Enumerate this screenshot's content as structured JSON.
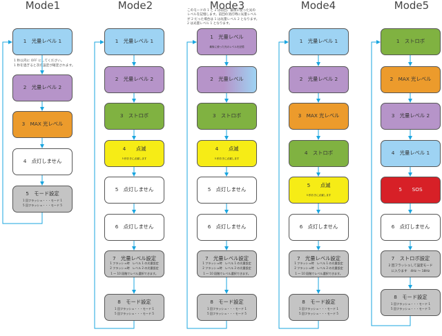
{
  "colors": {
    "blue": "#9ed3f3",
    "purple": "#b694c9",
    "green": "#80b241",
    "orange": "#ec9b2c",
    "yellow": "#f6ec16",
    "white": "#ffffff",
    "gray": "#c4c4c4",
    "red": "#d72027",
    "arrow": "#1aa5df"
  },
  "modes": [
    {
      "title": "Mode1",
      "note": [
        "1 秒以内に OFF にしてください。",
        "1 秒を過ぎると次の設定が確定されます。"
      ],
      "boxes": [
        {
          "label": "1　光量レベル 1"
        },
        {
          "label": "2　光量レベル 2"
        },
        {
          "label": "3　MAX 光レベル"
        },
        {
          "label": "4　点灯しません"
        },
        {
          "label": "5　モード設定",
          "lines": [
            "1 回フラッシュ・・・モード 1",
            "5 回フラッシュ・・・モード 5"
          ]
        }
      ]
    },
    {
      "title": "Mode2",
      "boxes": [
        {
          "label": "1　光量レベル 1"
        },
        {
          "label": "2　光量レベル 2"
        },
        {
          "label": "3　ストロボ"
        },
        {
          "label": "4　　点滅",
          "sub": "5 秒おきに点滅します"
        },
        {
          "label": "5　点灯しません"
        },
        {
          "label": "6　点灯しません"
        },
        {
          "label": "7　光量レベル設定",
          "lines": [
            "1 フラッシュ時　レベル 1 の光量設定",
            "2 フラッシュ時　レベル 2 の光量設定",
            "1 ～ 10 段階でレベル選択できます。"
          ]
        },
        {
          "label": "8　モード設定",
          "lines": [
            "1 回フラッシュ・・・モード 1",
            "5 回フラッシュ・・・モード 5"
          ]
        }
      ]
    },
    {
      "title": "Mode3",
      "note": [
        "このモードの 1 と 2 は前回、最後に使った光の",
        "レベルを記憶します。前回の消灯時に光量レベル",
        "が 2 だった場合は 1 は光量レベル 2 となります。",
        "2 は光量レベル 1 となります。"
      ],
      "boxes": [
        {
          "label": "1　光量レベル",
          "sub": "最後に使った光のレベルを記憶"
        },
        {
          "label": "2　光量レベル"
        },
        {
          "label": "3　ストロボ"
        },
        {
          "label": "4　　点滅",
          "sub": "5 秒おきに点滅します"
        },
        {
          "label": "5　点灯しません"
        },
        {
          "label": "6　点灯しません"
        },
        {
          "label": "7　光量レベル設定",
          "lines": [
            "1 フラッシュ時　レベル 1 の光量設定",
            "2 フラッシュ時　レベル 2 の光量設定",
            "1 ～ 10 段階でレベル選択できます。"
          ]
        },
        {
          "label": "8　モード設定",
          "lines": [
            "1 回フラッシュ・・・モード 1",
            "5 回フラッシュ・・・モード 5"
          ]
        }
      ]
    },
    {
      "title": "Mode4",
      "boxes": [
        {
          "label": "1　光量レベル 1"
        },
        {
          "label": "2　光量レベル 2"
        },
        {
          "label": "3　MAX 光レベル"
        },
        {
          "label": "4　ストロボ"
        },
        {
          "label": "5　　点滅",
          "sub": "5 秒おきに点滅します"
        },
        {
          "label": "6　点灯しません"
        },
        {
          "label": "7　光量レベル設定",
          "lines": [
            "1 フラッシュ時　レベル 1 の光量設定",
            "2 フラッシュ時　レベル 2 の光量設定",
            "1 ～ 10 段階でレベル選択できます。"
          ]
        },
        {
          "label": "8　モード設定",
          "lines": [
            "1 回フラッシュ・・・モード 1",
            "5 回フラッシュ・・・モード 5"
          ]
        }
      ]
    },
    {
      "title": "Mode5",
      "boxes": [
        {
          "label": "1　ストロボ"
        },
        {
          "label": "2　MAX 光レベル"
        },
        {
          "label": "3　光量レベル 2"
        },
        {
          "label": "4　光量レベル 1"
        },
        {
          "label": "5　　SOS"
        },
        {
          "label": "6　点灯しません"
        },
        {
          "label": "7　ストロボ設定",
          "lines": [
            "2 回フラッシュして設定モード",
            "に入ります　4Hz ～ 18Hz"
          ]
        },
        {
          "label": "8　モード設定",
          "lines": [
            "1 回フラッシュ・・・モード 1",
            "5 回フラッシュ・・・モード 5"
          ]
        }
      ]
    }
  ]
}
